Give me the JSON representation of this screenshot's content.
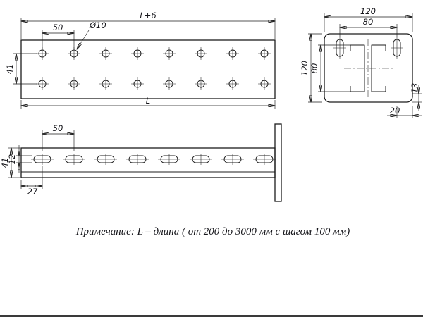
{
  "note": "Примечание: L – длина ( от 200 до 3000 мм с шагом 100 мм)",
  "top_view": {
    "length_top": "L+6",
    "hole_spacing": "50",
    "hole_dia": "Ø10",
    "row_spacing": "41",
    "length_bottom": "L"
  },
  "end_view": {
    "width_outer": "120",
    "width_inner": "80",
    "height_outer": "120",
    "height_inner": "80",
    "lip": "13",
    "edge_offset": "20"
  },
  "side_view": {
    "slot_spacing": "50",
    "height": "41",
    "slot_height": "12",
    "end_offset": "27"
  }
}
